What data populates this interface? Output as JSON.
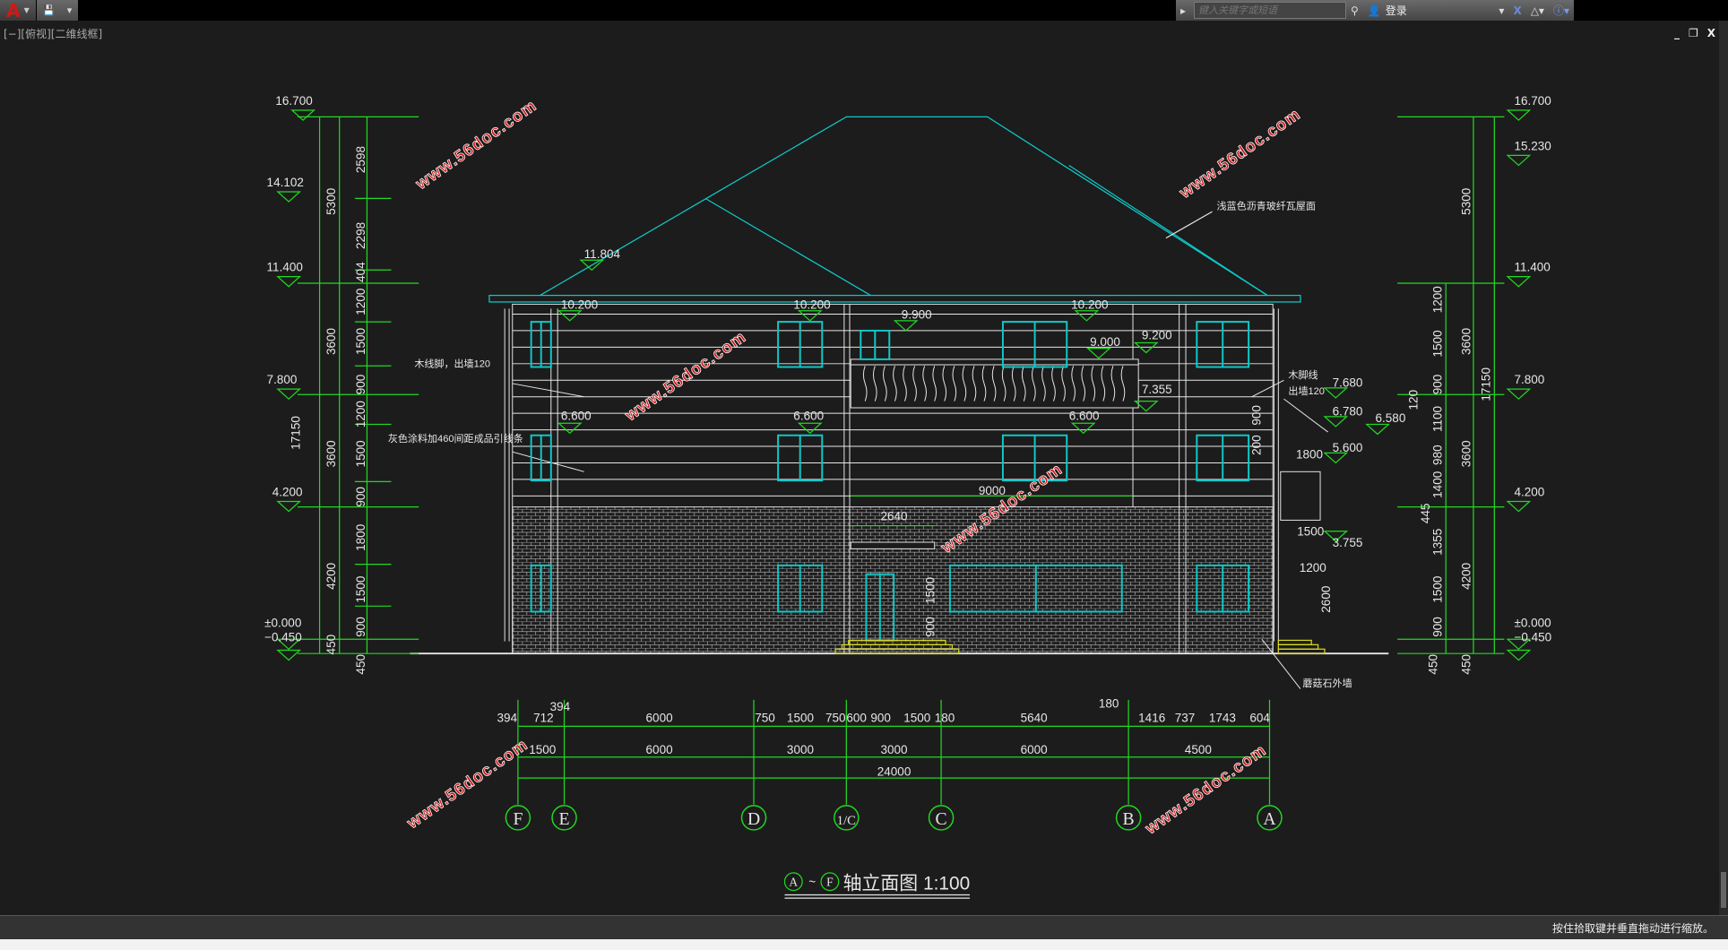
{
  "app": {
    "logo_letter": "A",
    "view_label": "[−][俯视][二维线框]"
  },
  "search": {
    "placeholder": "键入关键字或短语",
    "login_label": "登录"
  },
  "window_controls": {
    "minimize": "_",
    "restore": "❐",
    "close": "X"
  },
  "status": {
    "prompt": "按住拾取键并垂直拖动进行缩放。"
  },
  "colors": {
    "dim": "#22d822",
    "outline": "#e6e6e6",
    "window": "#10c8c8",
    "steps": "#d8d820",
    "watermark": "#c81818",
    "canvas": "#1c1c1c"
  },
  "drawing": {
    "title": "轴立面图 1:100",
    "title_axis_from": "A",
    "title_axis_to": "F",
    "title_sep": "~",
    "watermark": "www.56doc.com",
    "annotations": [
      "木线脚，出墙120",
      "灰色涂料加460间距成品引线条",
      "浅蓝色沥青玻纤瓦屋面",
      "蘑菇石外墙",
      "木脚线",
      "出墙120"
    ],
    "left_elevations": [
      "16.700",
      "14.102",
      "11.400",
      "7.800",
      "4.200",
      "±0.000",
      "−0.450"
    ],
    "left_dims_outer": [
      "17150"
    ],
    "left_dims_mid": [
      "5300",
      "3600",
      "3600",
      "4200",
      "450"
    ],
    "left_dims_inner": [
      "2598",
      "2298",
      "404",
      "1200",
      "1500",
      "900",
      "1200",
      "1500",
      "900",
      "1800",
      "1500",
      "900",
      "450"
    ],
    "right_elevations": [
      "16.700",
      "15.230",
      "11.400",
      "7.800",
      "4.200",
      "±0.000",
      "−0.450"
    ],
    "right_dims_outer": [
      "17150"
    ],
    "right_dims_mid": [
      "5300",
      "3600",
      "3600",
      "4200",
      "450"
    ],
    "right_dims_inner": [
      "1200",
      "1500",
      "900",
      "1100",
      "980",
      "1400",
      "1355",
      "1500",
      "900",
      "450",
      "120",
      "445"
    ],
    "side_labels": [
      "7.680",
      "6.780",
      "6.580",
      "5.600",
      "1800",
      "1500",
      "3.755",
      "1200",
      "2600",
      "900",
      "200"
    ],
    "building_labels": [
      "11.804",
      "10.200",
      "10.200",
      "10.200",
      "9.900",
      "9.000",
      "9.200",
      "7.355",
      "6.600",
      "6.600",
      "6.600",
      "9000",
      "2640",
      "1500",
      "900"
    ],
    "bottom_row1": [
      "394",
      "712",
      "394",
      "6000",
      "750",
      "1500",
      "750",
      "600",
      "900",
      "1500",
      "180",
      "5640",
      "180",
      "1416",
      "737",
      "1743",
      "604"
    ],
    "bottom_row2": [
      "1500",
      "6000",
      "3000",
      "3000",
      "6000",
      "4500"
    ],
    "bottom_total": [
      "24000"
    ],
    "axes": [
      "F",
      "E",
      "D",
      "1/C",
      "C",
      "B",
      "A"
    ]
  }
}
